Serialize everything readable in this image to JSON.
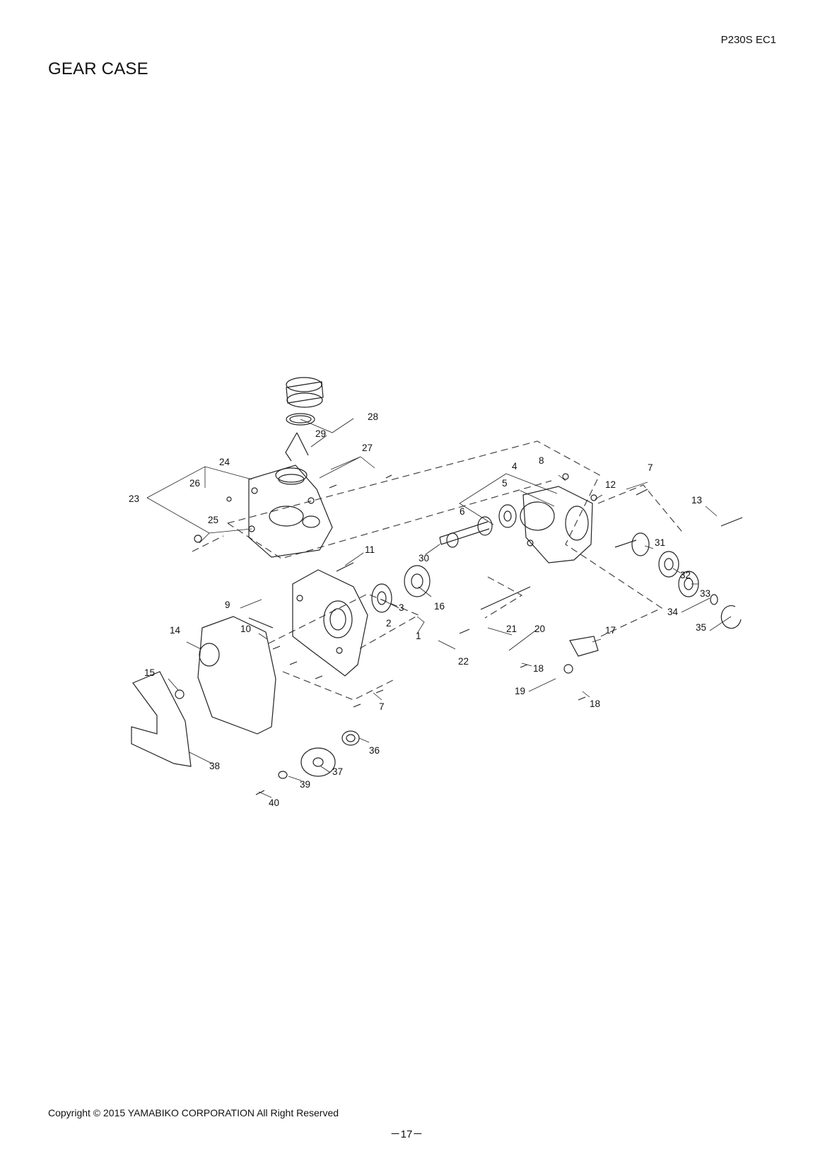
{
  "header": {
    "model": "P230S EC1",
    "title": "GEAR CASE"
  },
  "diagram": {
    "callouts": [
      "1",
      "2",
      "3",
      "4",
      "5",
      "6",
      "7",
      "7",
      "8",
      "9",
      "10",
      "11",
      "12",
      "13",
      "14",
      "15",
      "16",
      "17",
      "18",
      "18",
      "19",
      "20",
      "21",
      "22",
      "23",
      "24",
      "25",
      "26",
      "27",
      "28",
      "29",
      "30",
      "31",
      "32",
      "33",
      "34",
      "35",
      "36",
      "37",
      "38",
      "39",
      "40"
    ]
  },
  "footer": {
    "copyright": "Copyright © 2015 YAMABIKO CORPORATION All Right Reserved",
    "page": "－17－"
  }
}
